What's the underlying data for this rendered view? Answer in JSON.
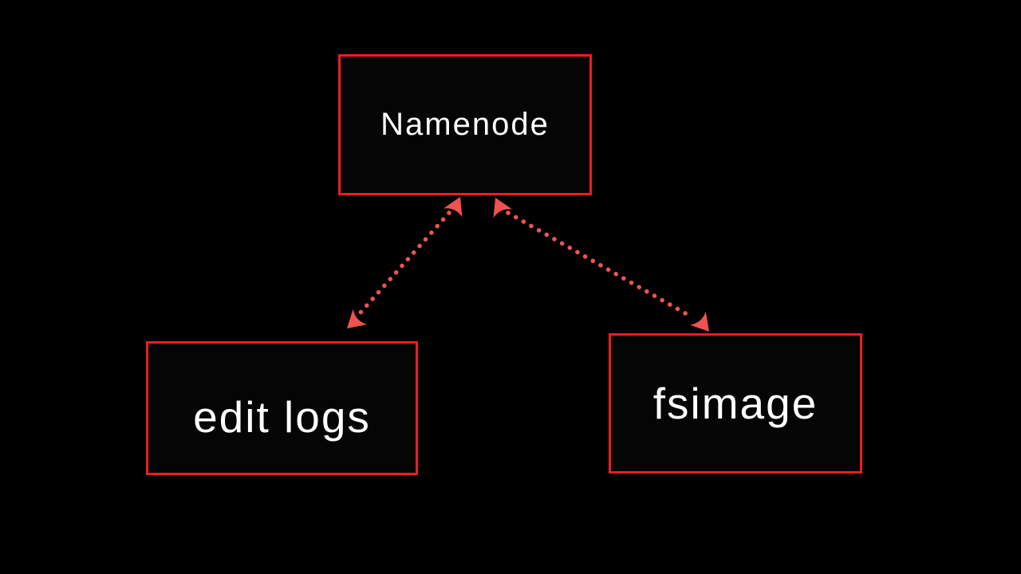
{
  "canvas": {
    "background": "#000000"
  },
  "colors": {
    "node_border": "#ed1c24",
    "arrow": "#f05252",
    "label_text": "#ffffff"
  },
  "diagram": {
    "nodes": [
      {
        "id": "namenode",
        "label": "Namenode"
      },
      {
        "id": "edit-logs",
        "label": "edit logs"
      },
      {
        "id": "fsimage",
        "label": "fsimage"
      }
    ],
    "edges": [
      {
        "from": "Namenode",
        "to": "edit logs",
        "style": "dotted",
        "arrows": "both"
      },
      {
        "from": "Namenode",
        "to": "fsimage",
        "style": "dotted",
        "arrows": "both"
      }
    ]
  }
}
